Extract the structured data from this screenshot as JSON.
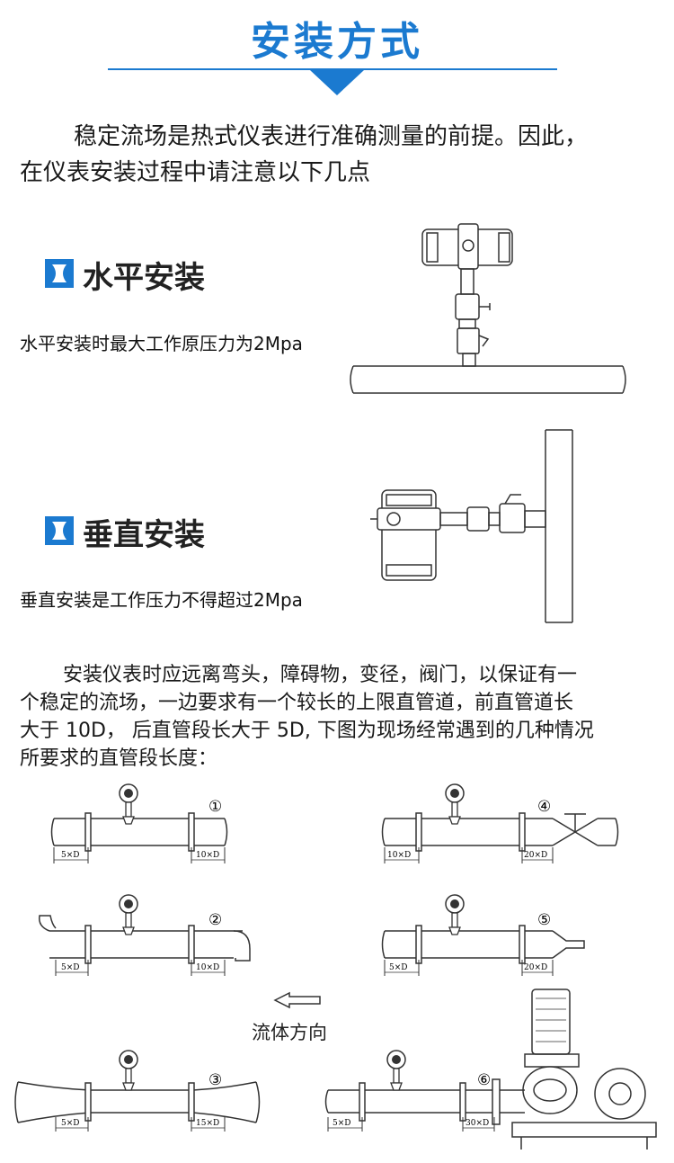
{
  "header": {
    "title": "安装方式"
  },
  "intro": {
    "line1": "稳定流场是热式仪表进行准确测量的前提。因此，",
    "line2": "在仪表安装过程中请注意以下几点"
  },
  "horizontal": {
    "heading": "水平安装",
    "note": "水平安装时最大工作原压力为2Mpa",
    "icon": "cross-marker-icon"
  },
  "vertical": {
    "heading": "垂直安装",
    "note": "垂直安装是工作压力不得超过2Mpa",
    "icon": "cross-marker-icon"
  },
  "requirements": {
    "line1": "安装仪表时应远离弯头，障碍物，变径，阀门，以保证有一",
    "line2": "个稳定的流场，一边要求有一个较长的上限直管道，前直管道长",
    "line3": "大于 10D， 后直管段长大于 5D, 下图为现场经常遇到的几种情况",
    "line4": "所要求的直管段长度："
  },
  "cases": [
    {
      "number": "①",
      "upstream": "5×D",
      "downstream": "10×D"
    },
    {
      "number": "②",
      "upstream": "5×D",
      "downstream": "10×D"
    },
    {
      "number": "③",
      "upstream": "5×D",
      "downstream": "15×D"
    },
    {
      "number": "④",
      "upstream": "10×D",
      "downstream": "20×D"
    },
    {
      "number": "⑤",
      "upstream": "5×D",
      "downstream": "20×D"
    },
    {
      "number": "⑥",
      "upstream": "5×D",
      "downstream": "30×D"
    }
  ],
  "flow_direction": {
    "label": "流体方向",
    "icon": "left-arrow-icon"
  },
  "colors": {
    "accent": "#1b7ad0",
    "line": "#333333"
  }
}
